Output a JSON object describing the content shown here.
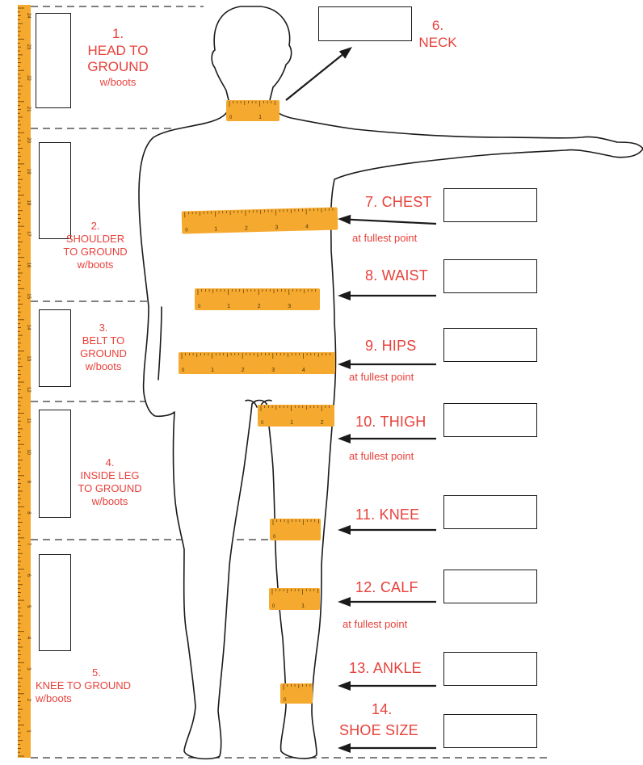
{
  "colors": {
    "accent": "#e8413b",
    "tape": "#f5a92f",
    "line": "#1a1a1a"
  },
  "left_measurements": [
    {
      "number": "1.",
      "lines": [
        "HEAD TO",
        "GROUND"
      ],
      "sub": "w/boots"
    },
    {
      "number": "2.",
      "lines": [
        "SHOULDER",
        "TO GROUND"
      ],
      "sub": "w/boots"
    },
    {
      "number": "3.",
      "lines": [
        "BELT TO",
        "GROUND"
      ],
      "sub": "w/boots"
    },
    {
      "number": "4.",
      "lines": [
        "INSIDE LEG",
        "TO GROUND"
      ],
      "sub": "w/boots"
    },
    {
      "number": "5.",
      "lines": [
        "KNEE TO GROUND"
      ],
      "sub": "w/boots"
    }
  ],
  "neck": {
    "number": "6.",
    "label": "NECK"
  },
  "right_measurements": [
    {
      "label": "7.  CHEST",
      "sub": "at fullest point"
    },
    {
      "label": "8.  WAIST",
      "sub": ""
    },
    {
      "label": "9.  HIPS",
      "sub": "at fullest point"
    },
    {
      "label": "10.  THIGH",
      "sub": "at fullest point"
    },
    {
      "label": "11.  KNEE",
      "sub": ""
    },
    {
      "label": "12.  CALF",
      "sub": "at fullest point"
    },
    {
      "label": "13.  ANKLE",
      "sub": ""
    }
  ],
  "shoe": {
    "number": "14.",
    "label": "SHOE SIZE"
  },
  "tape_numbers": {
    "neck": [
      "1"
    ],
    "chest": [
      "1",
      "2",
      "3",
      "4"
    ],
    "waist": [
      "1",
      "2",
      "3"
    ],
    "hips": [
      "1",
      "2",
      "3",
      "4"
    ],
    "thigh": [
      "1",
      "2"
    ],
    "calf": [
      "1"
    ]
  },
  "ruler_numbers": [
    "24",
    "23",
    "22",
    "21",
    "20",
    "19",
    "18",
    "17",
    "16",
    "15",
    "14",
    "13",
    "12",
    "11",
    "10",
    "9",
    "8",
    "7",
    "6",
    "5",
    "4",
    "3",
    "2",
    "1"
  ]
}
